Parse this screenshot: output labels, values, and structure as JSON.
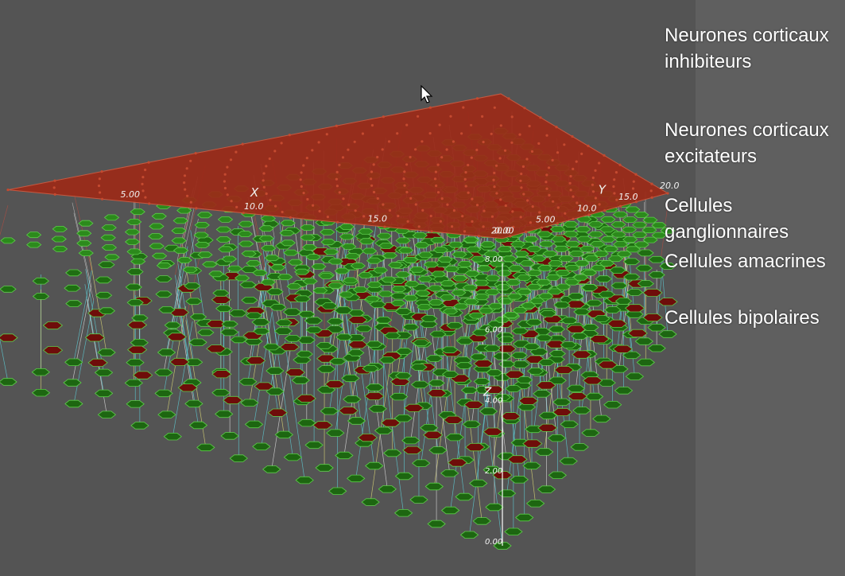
{
  "layer_labels": [
    {
      "text": "Neurones corticaux\ninhibiteurs",
      "color": "#8b1a10"
    },
    {
      "text": "Neurones corticaux\nexcitateurs",
      "color": "#1e6e14"
    },
    {
      "text": "Cellules ganglionnaires",
      "color": "#1e6e14"
    },
    {
      "text": "Cellules amacrines",
      "color": "#8b1a10"
    },
    {
      "text": "Cellules bipolaires",
      "color": "#1e6e14"
    }
  ],
  "axes": {
    "x": {
      "name": "X",
      "ticks": [
        "5.00",
        "10.0",
        "15.0",
        "20.0"
      ]
    },
    "y": {
      "name": "Y",
      "ticks": [
        "0.00",
        "5.00",
        "10.0",
        "15.0",
        "20.0"
      ]
    },
    "z": {
      "name": "Z",
      "ticks": [
        "0.00",
        "2.00",
        "4.00",
        "6.00",
        "8.00"
      ]
    }
  },
  "colors": {
    "inhibitory_plane": "#9c2a18",
    "excitatory_plane": "#2c8a1c",
    "ganglion_cell": "#1f6e12",
    "amacrine_cell": "#6e0d0a",
    "bipolar_cell": "#1d6611",
    "connection_cyan": "#5fd6e0",
    "connection_red": "#d84a3a",
    "connection_yellow": "#e6e27a",
    "connection_white": "#e8e8e8",
    "background": "#545454"
  }
}
